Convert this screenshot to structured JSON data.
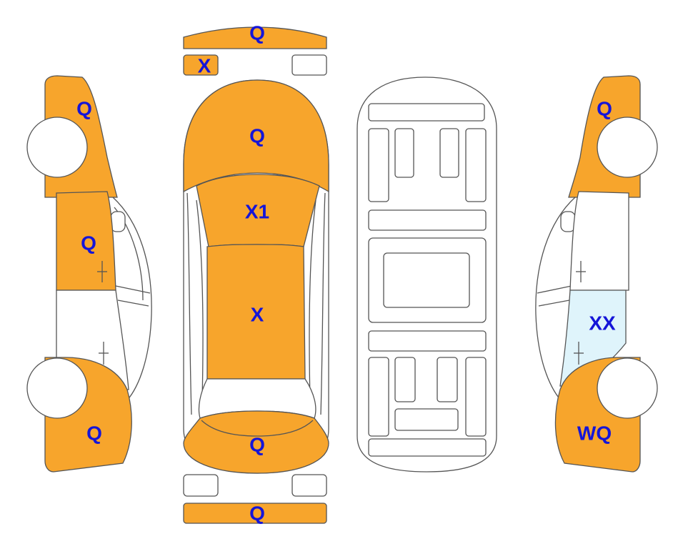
{
  "colors": {
    "damaged": "#F7A52C",
    "glass_damaged": "#DFF4FB",
    "undamaged": "#FFFFFF",
    "outline": "#555555",
    "label": "#1515D8"
  },
  "top_view": {
    "front_bumper_label": "Q",
    "front_left_marker_label": "X",
    "hood_label": "Q",
    "windshield_label": "X1",
    "roof_label": "X",
    "trunk_label": "Q",
    "rear_bumper_label": "Q"
  },
  "left_view": {
    "front_fender_label": "Q",
    "front_door_label": "Q",
    "rear_quarter_label": "Q"
  },
  "right_view": {
    "front_fender_label": "Q",
    "rear_window_label": "XX",
    "rear_quarter_label": "WQ"
  }
}
